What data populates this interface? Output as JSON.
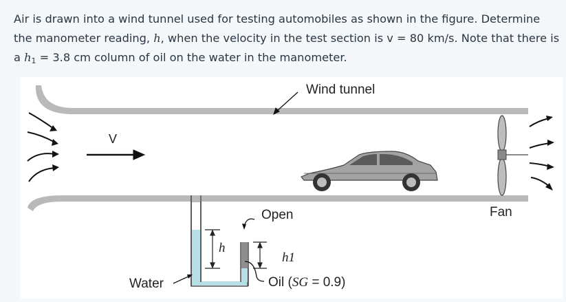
{
  "problem": {
    "text_part1": "Air is drawn into a wind tunnel used for testing automobiles as shown in the figure. Determine the manometer reading, ",
    "h_symbol": "h",
    "text_part2": ", when the velocity in the test section is v = 80 km/s. Note that there is a ",
    "h1_symbol": "h",
    "h1_sub": "1",
    "text_part3": " = 3.8 cm column of oil on the water in the manometer."
  },
  "figure": {
    "labels": {
      "wind_tunnel": "Wind tunnel",
      "velocity": "V",
      "open": "Open",
      "fan": "Fan",
      "h": "h",
      "h1": "h1",
      "water": "Water",
      "oil_prefix": "Oil (",
      "oil_sg": "SG",
      "oil_suffix": " = 0.9)"
    },
    "colors": {
      "wall": "#b9b9b9",
      "water": "#b6e0e6",
      "oil": "#8e8e8e",
      "car": "#a3a3a3",
      "lines": "#222222"
    },
    "icons": [
      "flow-arrow-icon",
      "car-icon",
      "fan-icon"
    ]
  }
}
